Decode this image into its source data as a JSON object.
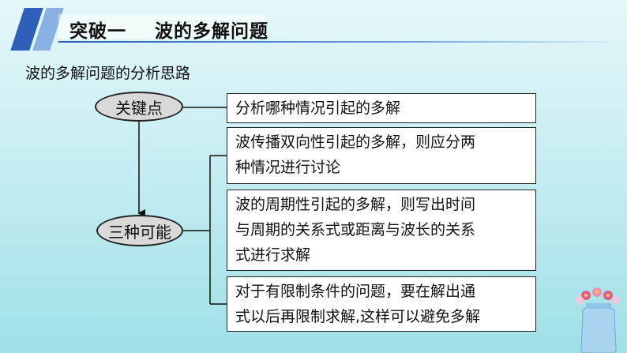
{
  "header": {
    "title": "突破一    波的多解问题"
  },
  "subtitle": "波的多解问题的分析思路",
  "diagram": {
    "key_point": "关键点",
    "three_possibilities": "三种可能",
    "box1": [
      "分析哪种情况引起的多解"
    ],
    "box2": [
      "波传播双向性引起的多解，则应分两",
      "种情况进行讨论"
    ],
    "box3": [
      "波的周期性引起的多解，则写出时间",
      "与周期的关系式或距离与波长的关系",
      "式进行求解"
    ],
    "box4": [
      "对于有限制条件的问题，要在解出通",
      "式以后再限制求解,这样可以避免多解"
    ]
  },
  "colors": {
    "accent": "#2f5fb8",
    "accent_light": "#7fa8e0",
    "oval": "#d9d9d9"
  }
}
